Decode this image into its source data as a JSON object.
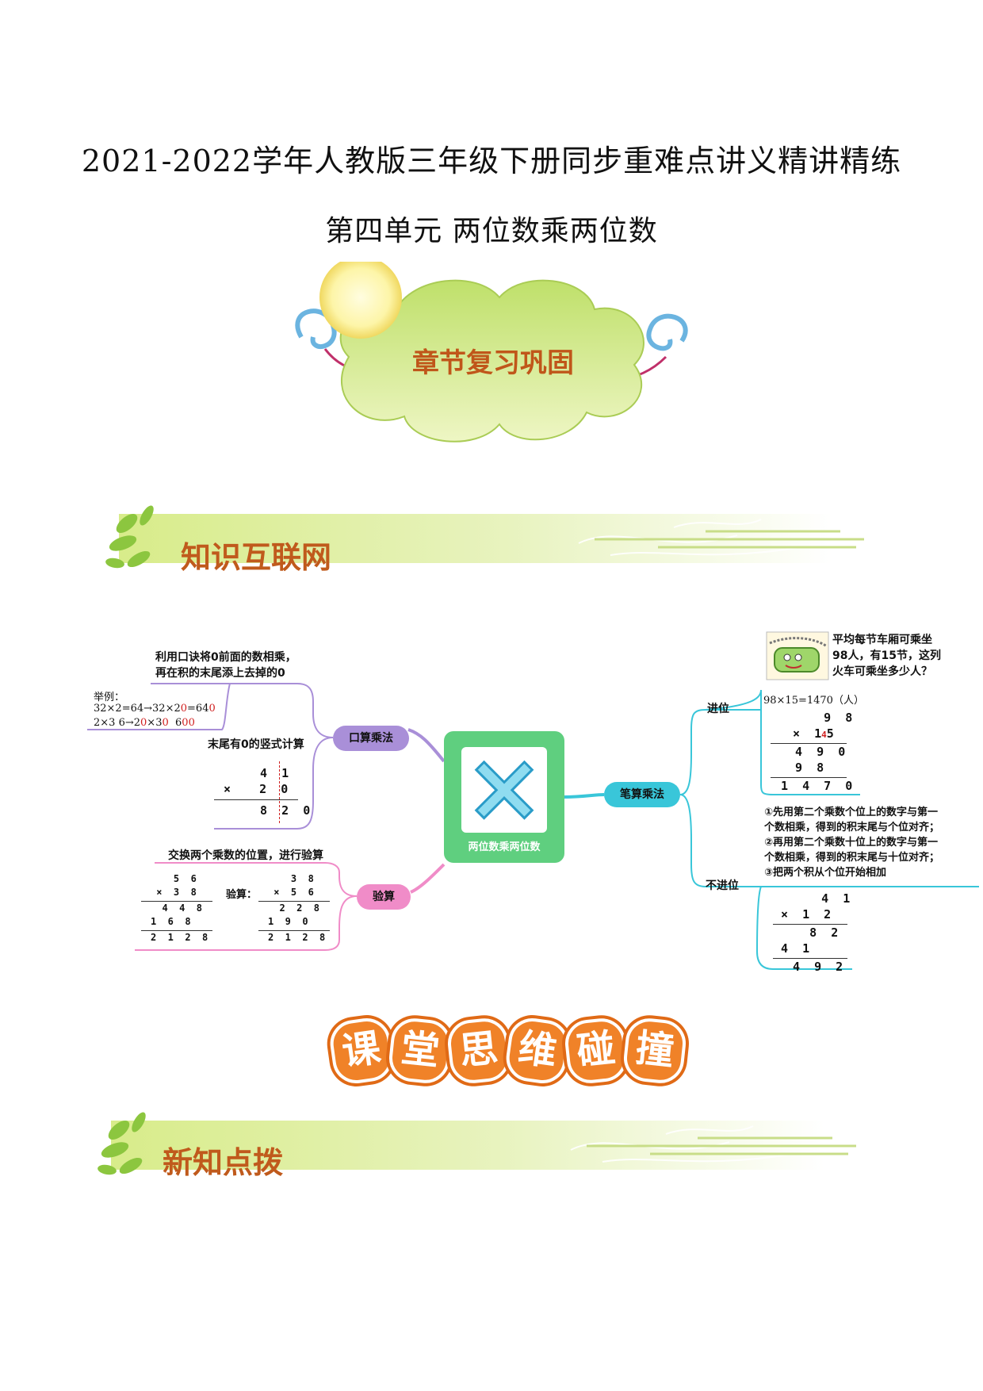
{
  "header": {
    "title": "2021-2022学年人教版三年级下册同步重难点讲义精讲精练",
    "subtitle": "第四单元 两位数乘两位数"
  },
  "cloud_banner": {
    "label": "章节复习巩固"
  },
  "section1": {
    "label": "知识互联网"
  },
  "mindmap": {
    "center": {
      "label": "两位数乘两位数",
      "symbol": "×"
    },
    "oral": {
      "node": "口算乘法",
      "rule_line1": "利用口诀将0前面的数相乘，",
      "rule_line2": "再在积的末尾添上去掉的0",
      "example_title": "举例：",
      "ex1_a": "32×2=64→32×2",
      "ex1_b": "0",
      "ex1_c": "=64",
      "ex1_d": "0",
      "ex2_a": "2×3",
      "ex2_b": "6→2",
      "ex2_c": "0",
      "ex2_d": "×3",
      "ex2_e": "0",
      "ex2_f": "6",
      "ex2_g": "00",
      "vertical_label": "末尾有0的竖式计算",
      "v_row1": "  4  1",
      "v_row2": "×    2  0",
      "v_row3": "  8  2  0"
    },
    "check": {
      "node": "验算",
      "label": "交换两个乘数的位置，进行验算",
      "check_word": "验算：",
      "a1": "    5  6",
      "a2": " ×  3  8",
      "a3": "  4  4  8",
      "a4": "1  6  8",
      "a5": "2  1  2  8",
      "b1": "    3  8",
      "b2": " ×  5  6",
      "b3": "  2  2  8",
      "b4": "1  9  0",
      "b5": "2  1  2  8"
    },
    "written": {
      "node": "笔算乘法",
      "carry": {
        "node": "进位",
        "problem_line1": "平均每节车厢可乘坐",
        "problem_line2": "98人，有15节，这列",
        "problem_line3": "火车可乘坐多少人？",
        "equation": "98×15=1470（人）",
        "r1": "      9  8",
        "r2": "×  1",
        "r2_carry": "4",
        "r2_end": "5",
        "r3": "  4  9  0",
        "r4": "  9  8",
        "r5": "1  4  7  0"
      },
      "nocarry": {
        "node": "不进位",
        "step1_line1": "①先用第二个乘数个位上的数字与第一",
        "step1_line2": "个数相乘，得到的积末尾与个位对齐；",
        "step2_line1": "②再用第二个乘数十位上的数字与第一",
        "step2_line2": "个数相乘，得到的积末尾与十位对齐；",
        "step3": "③把两个积从个位开始相加",
        "r1": "    4  1",
        "r2": "×  1  2",
        "r3": "    8  2",
        "r4": "4  1",
        "r5": "4  9  2"
      }
    }
  },
  "classroom": {
    "chars": [
      "课",
      "堂",
      "思",
      "维",
      "碰",
      "撞"
    ]
  },
  "section2": {
    "label": "新知点拨"
  },
  "colors": {
    "green_light": "#eaf3b0",
    "green": "#8cc63f",
    "orange": "#f08228",
    "purple": "#a98fd8",
    "pink": "#f08cc8",
    "cyan": "#39c6d9"
  }
}
